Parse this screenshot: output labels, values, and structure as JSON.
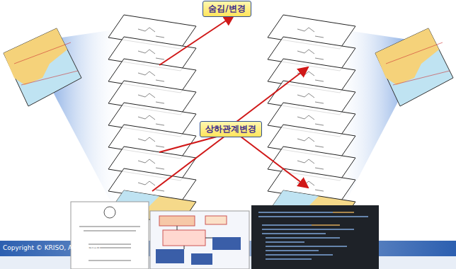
{
  "diagram": {
    "nodes": [
      {
        "text": [
          "숨김/변경"
        ]
      },
      {
        "text": [
          "상하관계변경"
        ]
      }
    ],
    "labels": [
      "Copyright © KRISO, ALL RIGHT"
    ]
  }
}
